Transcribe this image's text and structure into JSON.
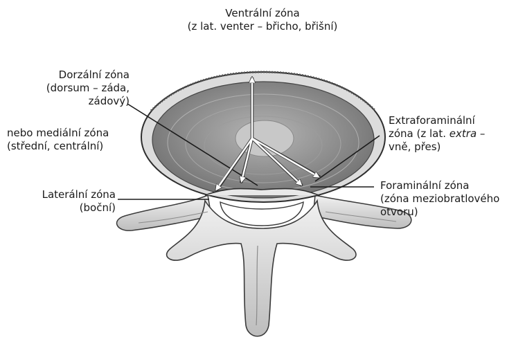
{
  "labels": {
    "ventral": {
      "line1": "Ventrální zóna",
      "line2": "(z lat. venter – břicho, břišní)"
    },
    "dorsal": {
      "line1": "Dorzální zóna",
      "line2": "(dorsum – záda,",
      "line3": "zádový)"
    },
    "medial": {
      "line1": "nebo mediální zóna",
      "line2": "(střední, centrální)"
    },
    "lateral": {
      "line1": "Laterální zóna",
      "line2": "(boční)"
    },
    "extraforaminal": {
      "line1": "Extraforaminální",
      "line2_a": "zóna (z lat. ",
      "line2_b": "extra",
      "line2_c": " –",
      "line3": "vně, přes)"
    },
    "foraminal": {
      "line1": "Foraminální zóna",
      "line2": "(zóna meziobratlového",
      "line3": "otvoru)"
    }
  },
  "colors": {
    "bone": "#e6e6e6",
    "bone_shadow": "#9a9a9a",
    "outline": "#3a3a3a",
    "disc": "#c9c9c9",
    "arrow": "#ffffff"
  }
}
